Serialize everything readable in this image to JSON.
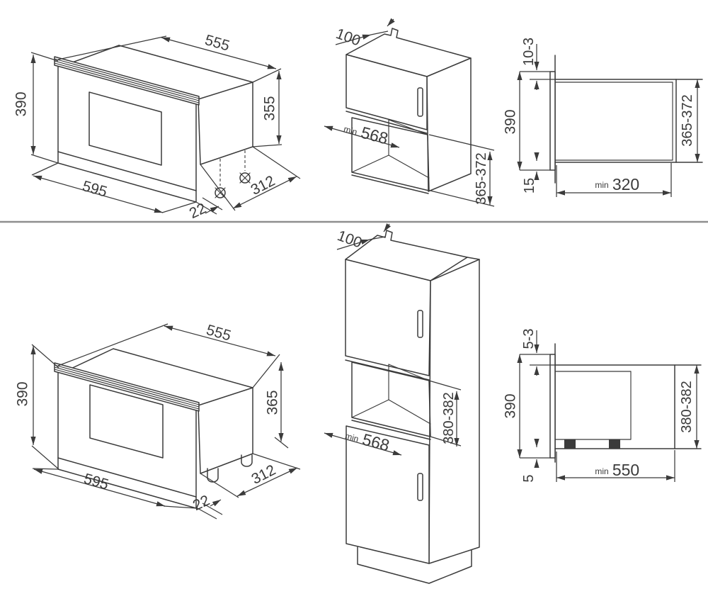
{
  "colors": {
    "line": "#3b3b3b",
    "divider": "#8f8f8f",
    "background": "#ffffff"
  },
  "rows": {
    "top": {
      "oven": {
        "width_top": "555",
        "frame_height": "390",
        "body_height": "355",
        "width_front": "595",
        "depth": "312",
        "frame_offset": "22"
      },
      "cabinet": {
        "vent_depth": "100",
        "min_label": "min",
        "inner_width": "568",
        "niche_height": "365-372"
      },
      "section": {
        "overlap_top": "10-3",
        "frame_height": "390",
        "overlap_bottom": "15",
        "niche_height": "365-372",
        "min_label": "min",
        "min_depth": "320"
      }
    },
    "bottom": {
      "oven": {
        "width_top": "555",
        "frame_height": "390",
        "body_height": "365",
        "width_front": "595",
        "depth": "312",
        "frame_offset": "22"
      },
      "cabinet": {
        "vent_depth": "100",
        "min_label": "min",
        "inner_width": "568",
        "niche_height": "380-382"
      },
      "section": {
        "overlap_top": "5-3",
        "frame_height": "390",
        "overlap_bottom": "5",
        "niche_height": "380-382",
        "min_label": "min",
        "min_depth": "550"
      }
    }
  }
}
